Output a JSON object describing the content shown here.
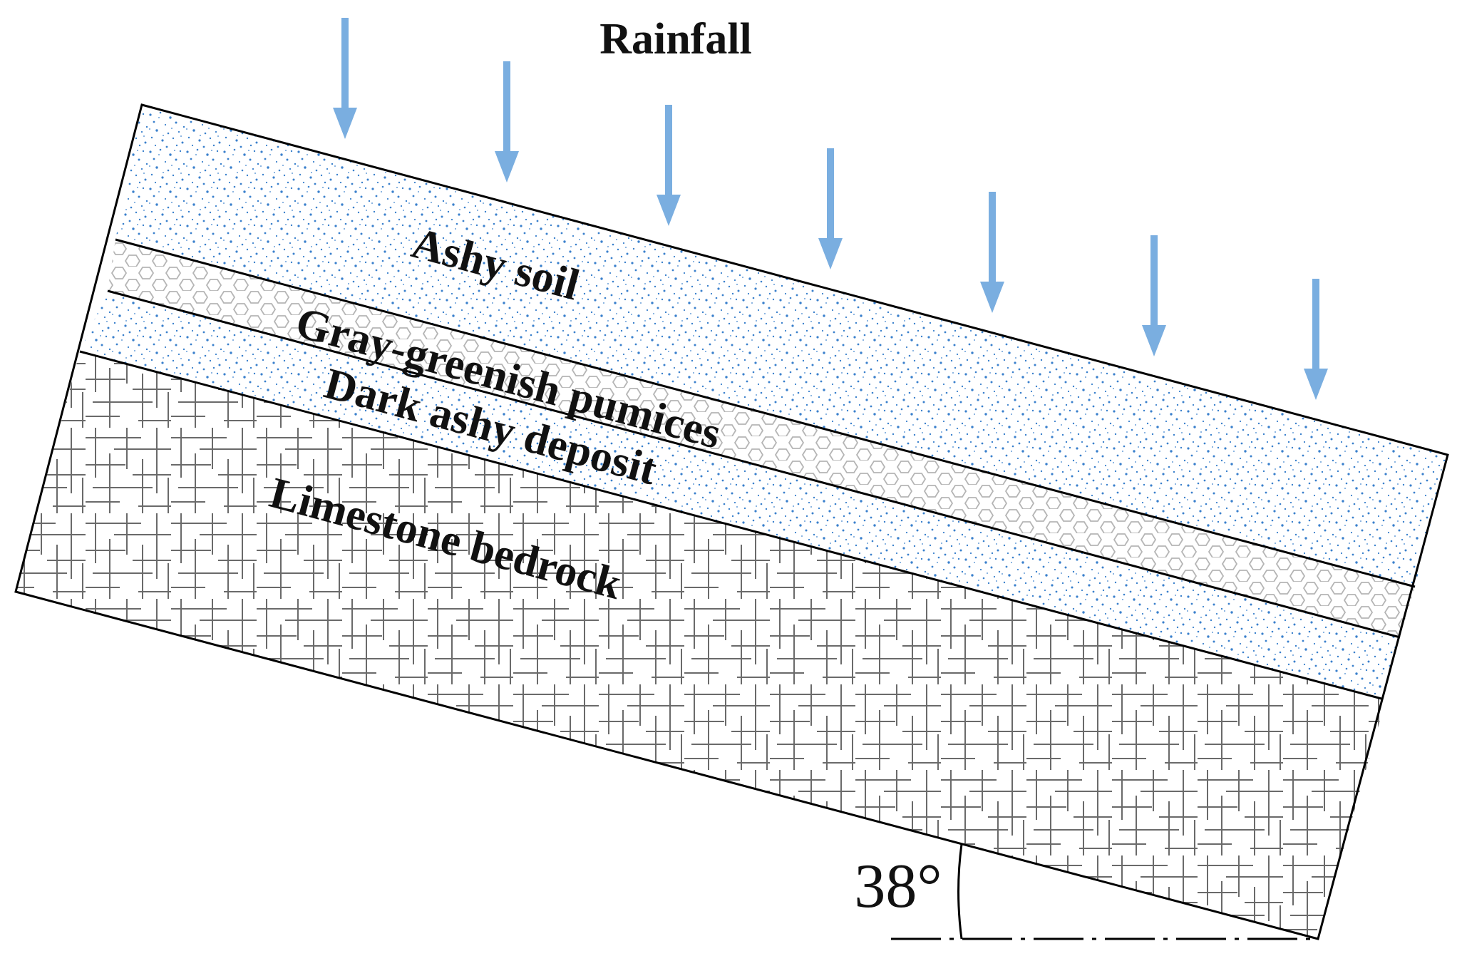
{
  "figure": {
    "rainfall_label": "Rainfall",
    "angle_label": "38°",
    "layers": [
      {
        "name": "Ashy soil"
      },
      {
        "name": "Gray-greenish pumices"
      },
      {
        "name": "Dark ashy deposit"
      },
      {
        "name": "Limestone bedrock"
      }
    ],
    "slope_angle_deg": 38,
    "rainfall_arrow_count": 7,
    "colors": {
      "rain_arrow": "#7aaee0",
      "dot_fill": "#3a80cc",
      "outline": "#000000",
      "rock_grid": "#666666",
      "pumice_hex": "#b5b5b5"
    }
  }
}
